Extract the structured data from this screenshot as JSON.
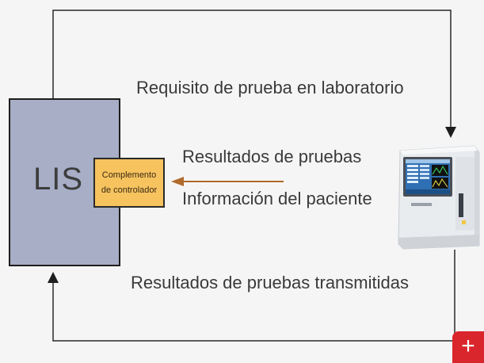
{
  "lis": {
    "label": "LIS",
    "plugin_line1": "Complemento",
    "plugin_line2": "de controlador"
  },
  "flows": {
    "request": "Requisito de prueba en laboratorio",
    "results": "Resultados de pruebas",
    "patient_info": "Información del paciente",
    "transmitted": "Resultados de pruebas transmitidas"
  },
  "colors": {
    "lis_fill": "#a7aec6",
    "plugin_fill": "#f7c35f",
    "arrow_brown": "#b06a2a",
    "add_button": "#d9262c"
  },
  "icons": {
    "add_button": "plus-icon",
    "analyzer": "hematology-analyzer-icon"
  },
  "add_button": {
    "symbol": "+"
  }
}
